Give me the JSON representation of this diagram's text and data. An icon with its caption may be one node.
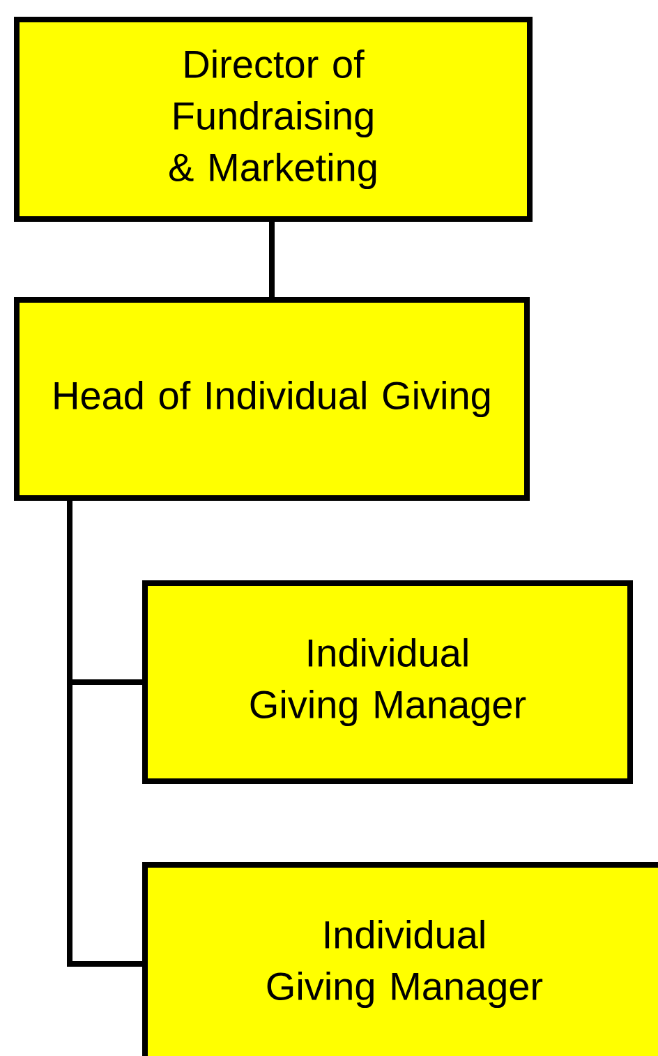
{
  "diagram": {
    "nodes": [
      {
        "text": [
          "Director of Fundraising & Marketing"
        ]
      },
      {
        "text": [
          "Head of Individual Giving"
        ]
      },
      {
        "text": [
          "Individual Giving Manager"
        ]
      },
      {
        "text": [
          "Individual Giving Manager"
        ]
      }
    ],
    "edges": [
      {
        "from": 0,
        "to": 1,
        "arrow": "none"
      },
      {
        "from": 1,
        "to": 2,
        "arrow": "none"
      },
      {
        "from": 1,
        "to": 3,
        "arrow": "none"
      }
    ]
  }
}
